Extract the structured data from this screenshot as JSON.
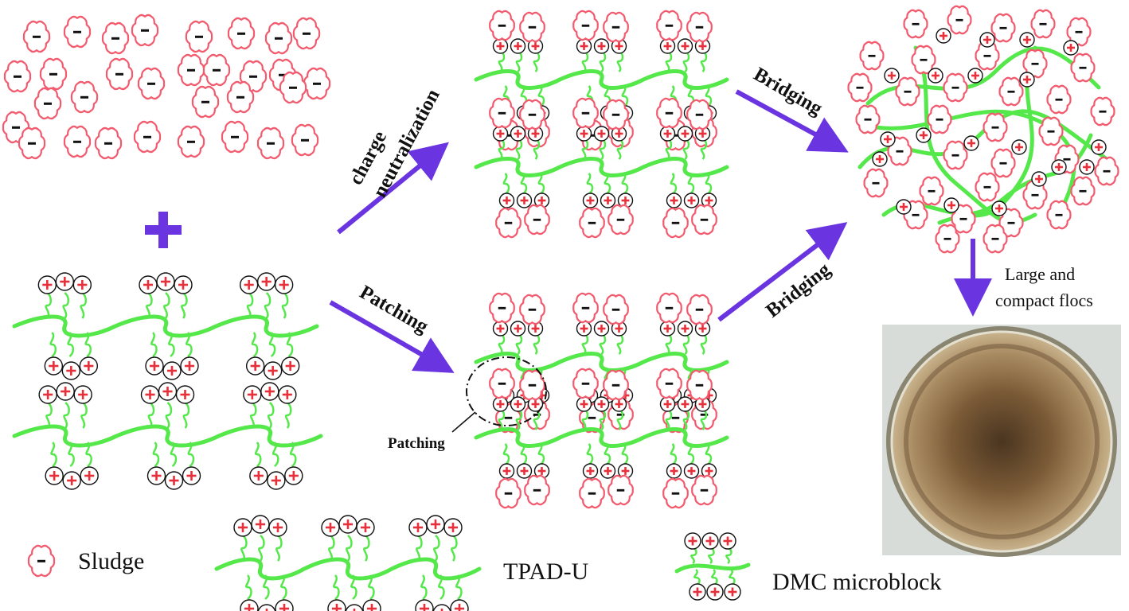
{
  "labels": {
    "charge": "charge",
    "neutralization": "neutralization",
    "patching_arrow": "Patching",
    "patching_note": "Patching",
    "bridging_top": "Bridging",
    "bridging_bottom": "Bridging",
    "flocs_line1": "Large and",
    "flocs_line2": "compact flocs"
  },
  "legend": {
    "sludge": "Sludge",
    "tpad": "TPAD-U",
    "dmc": "DMC microblock"
  },
  "symbols": {
    "negative": "−",
    "positive": "+"
  },
  "colors": {
    "polymer": "#55e84a",
    "sludge": "#f25a6e",
    "arrow": "#6a35e0",
    "plus": "#e8303a",
    "ink": "#111111"
  }
}
